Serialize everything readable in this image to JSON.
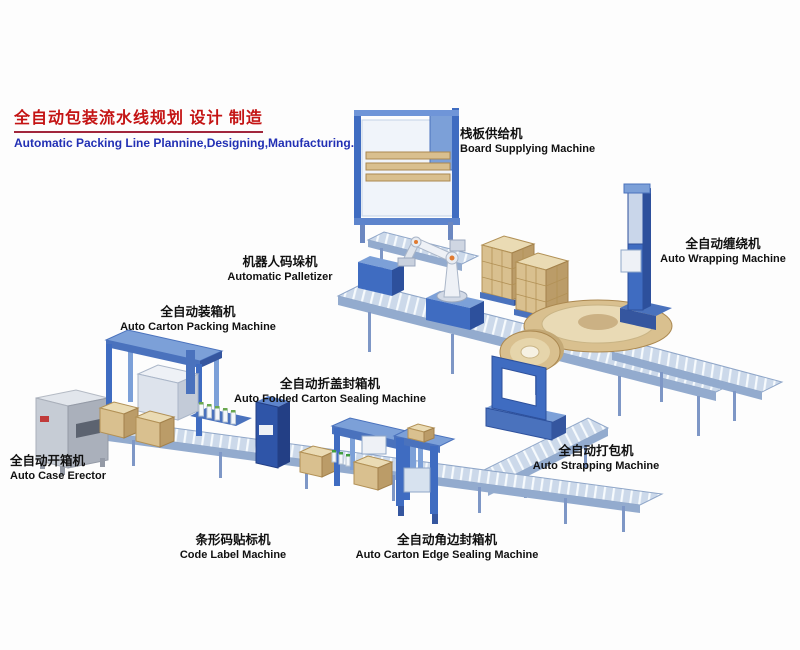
{
  "title": {
    "zh": "全自动包装流水线规划 设计 制造",
    "en": "Automatic Packing Line Plannine,Designing,Manufacturing."
  },
  "labels": {
    "board_supplying": {
      "zh": "栈板供给机",
      "en": "Board Supplying Machine"
    },
    "palletizer": {
      "zh": "机器人码垛机",
      "en": "Automatic Palletizer"
    },
    "wrapping": {
      "zh": "全自动缠绕机",
      "en": "Auto Wrapping Machine"
    },
    "carton_packing": {
      "zh": "全自动装箱机",
      "en": "Auto Carton Packing Machine"
    },
    "folded_sealing": {
      "zh": "全自动折盖封箱机",
      "en": "Auto Folded Carton Sealing Machine"
    },
    "case_erector": {
      "zh": "全自动开箱机",
      "en": "Auto Case Erector"
    },
    "strapping": {
      "zh": "全自动打包机",
      "en": "Auto Strapping Machine"
    },
    "code_label": {
      "zh": "条形码贴标机",
      "en": "Code Label Machine"
    },
    "edge_sealing": {
      "zh": "全自动角边封箱机",
      "en": "Auto Carton Edge Sealing Machine"
    }
  },
  "colors": {
    "machine_blue": "#3f6cc1",
    "machine_blue_dark": "#2d509c",
    "machine_blue_light": "#7ca0d8",
    "conveyor_gray": "#ccd9ea",
    "carton_tan": "#d9c08f",
    "title_red": "#c41414",
    "subtitle_blue": "#2230b4"
  }
}
